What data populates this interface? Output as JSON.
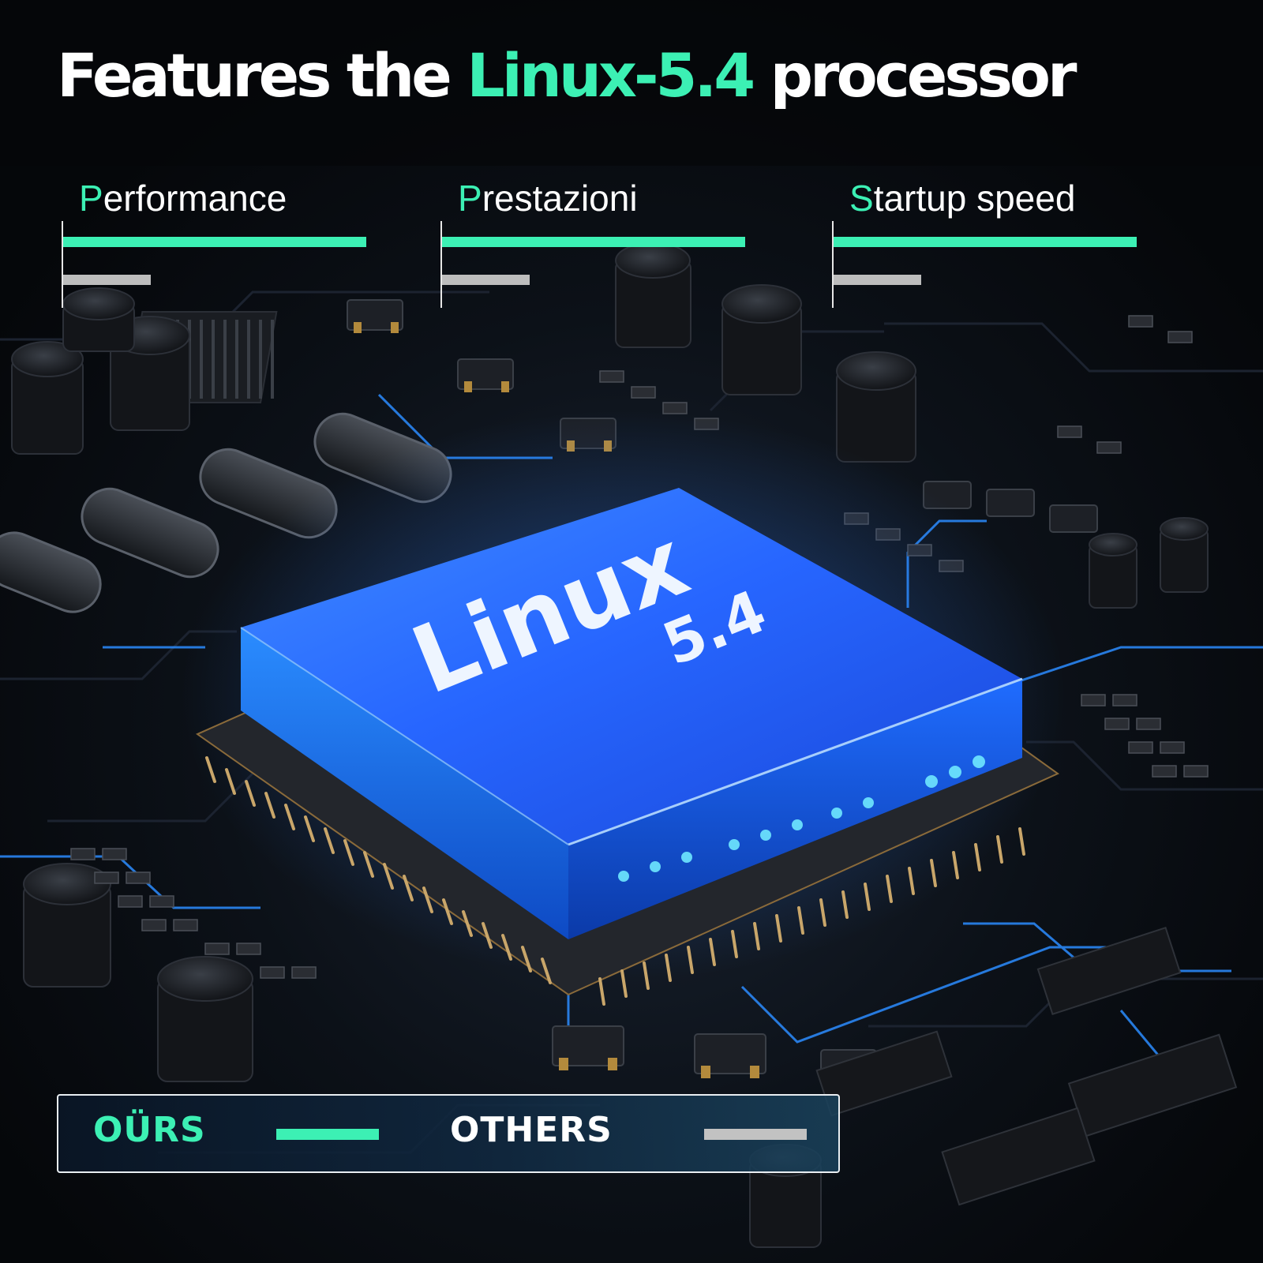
{
  "headline": {
    "part1": "Features the",
    "accent": "Linux-5.4",
    "part2": "processor"
  },
  "chip": {
    "line1": "Linux",
    "line2": "5.4"
  },
  "chart_data": {
    "type": "bar",
    "categories": [
      "Performance",
      "Prestazioni",
      "Startup speed"
    ],
    "series": [
      {
        "name": "OURS",
        "values": [
          1.0,
          1.0,
          1.0
        ],
        "color": "#3cf0b4"
      },
      {
        "name": "OTHERS",
        "values": [
          0.29,
          0.29,
          0.29
        ],
        "color": "#bdbdbd"
      }
    ],
    "xlim": [
      0,
      1
    ],
    "legend": "bottom-left"
  },
  "legend": {
    "ours": "OÜRS",
    "others": "OTHERS"
  },
  "colors": {
    "accent": "#3cf0b4",
    "others": "#bdbdbd",
    "chip_glow": "#2a7bff"
  }
}
